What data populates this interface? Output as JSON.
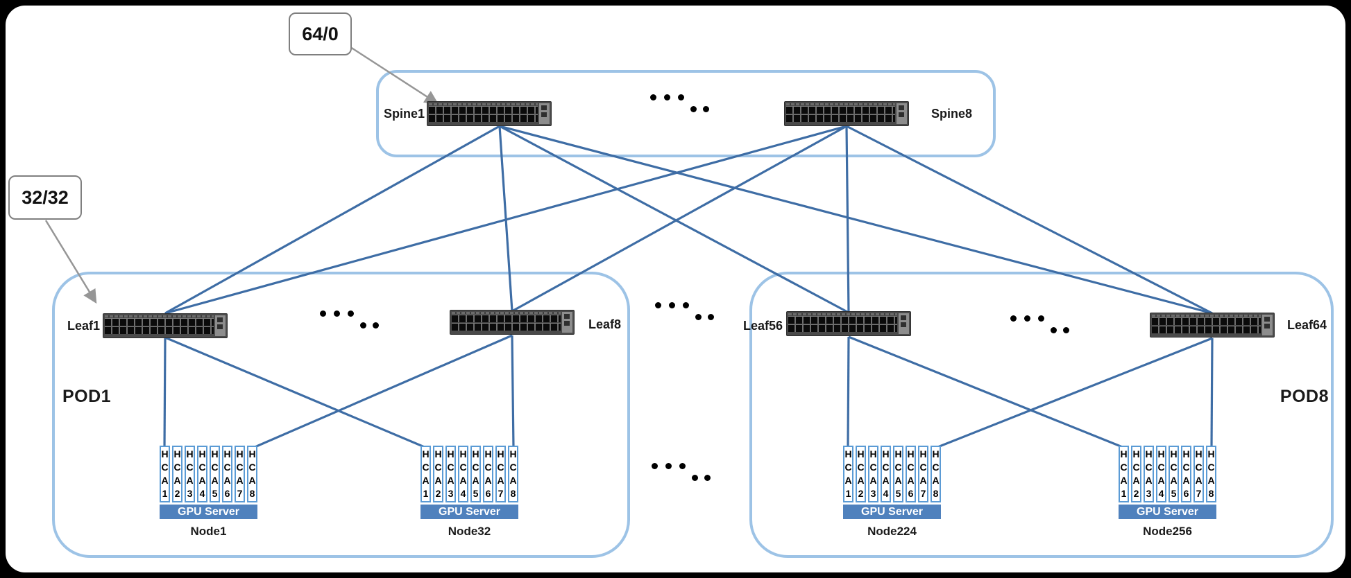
{
  "callouts": {
    "spine_ports": "64/0",
    "leaf_ports": "32/32"
  },
  "spine_group": {
    "spine_left": "Spine1",
    "spine_right": "Spine8"
  },
  "pods": [
    {
      "name": "POD1",
      "leaf_left": "Leaf1",
      "leaf_right": "Leaf8",
      "node_left": "Node1",
      "node_right": "Node32"
    },
    {
      "name": "POD8",
      "leaf_left": "Leaf56",
      "leaf_right": "Leaf64",
      "node_left": "Node224",
      "node_right": "Node256"
    }
  ],
  "gpu_server_label": "GPU Server",
  "hca_ports": [
    "HCA1",
    "HCA2",
    "HCA3",
    "HCA4",
    "HCA5",
    "HCA6",
    "HCA7",
    "HCA8"
  ],
  "colors": {
    "link_line": "#3E6DA5",
    "enclosure_border": "#9DC3E6",
    "hca_border": "#5B9BD5",
    "gpu_bar": "#4F81BD",
    "callout_border": "#7F7F7F",
    "arrow": "#969696",
    "background": "#000000",
    "panel": "#FFFFFF"
  }
}
